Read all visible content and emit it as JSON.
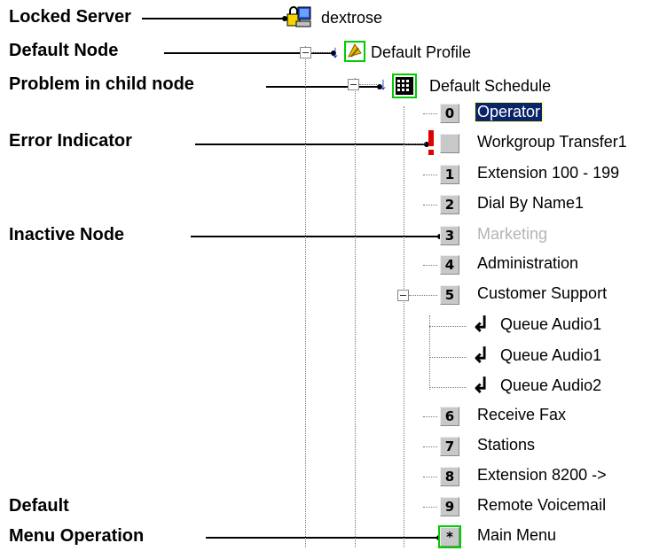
{
  "annotations": {
    "locked_server": "Locked Server",
    "default_node": "Default Node",
    "problem_child": "Problem in child node",
    "error_indicator": "Error Indicator",
    "inactive_node": "Inactive Node",
    "default_line1": "Default",
    "default_line2": "Menu Operation"
  },
  "tree": {
    "server": "dextrose",
    "profile": "Default Profile",
    "schedule": "Default Schedule",
    "items": [
      {
        "key": "0",
        "label": "Operator",
        "state": "selected"
      },
      {
        "key": "",
        "label": "Workgroup Transfer1",
        "state": "error"
      },
      {
        "key": "1",
        "label": "Extension 100 - 199",
        "state": "normal"
      },
      {
        "key": "2",
        "label": "Dial By Name1",
        "state": "normal"
      },
      {
        "key": "3",
        "label": "Marketing",
        "state": "inactive"
      },
      {
        "key": "4",
        "label": "Administration",
        "state": "normal"
      },
      {
        "key": "5",
        "label": "Customer Support",
        "state": "expanded"
      },
      {
        "key": "6",
        "label": "Receive Fax",
        "state": "normal"
      },
      {
        "key": "7",
        "label": "Stations",
        "state": "normal"
      },
      {
        "key": "8",
        "label": "Extension 8200 ->",
        "state": "normal"
      },
      {
        "key": "9",
        "label": "Remote Voicemail",
        "state": "normal"
      },
      {
        "key": "*",
        "label": "Main Menu",
        "state": "default"
      }
    ],
    "queue_items": [
      {
        "label": "Queue Audio1"
      },
      {
        "label": "Queue Audio1"
      },
      {
        "label": "Queue Audio2"
      }
    ]
  },
  "colors": {
    "selected_bg": "#0a246a",
    "inactive_text": "#b4b4b4",
    "error_red": "#e00000",
    "highlight_green": "#00cc00"
  }
}
